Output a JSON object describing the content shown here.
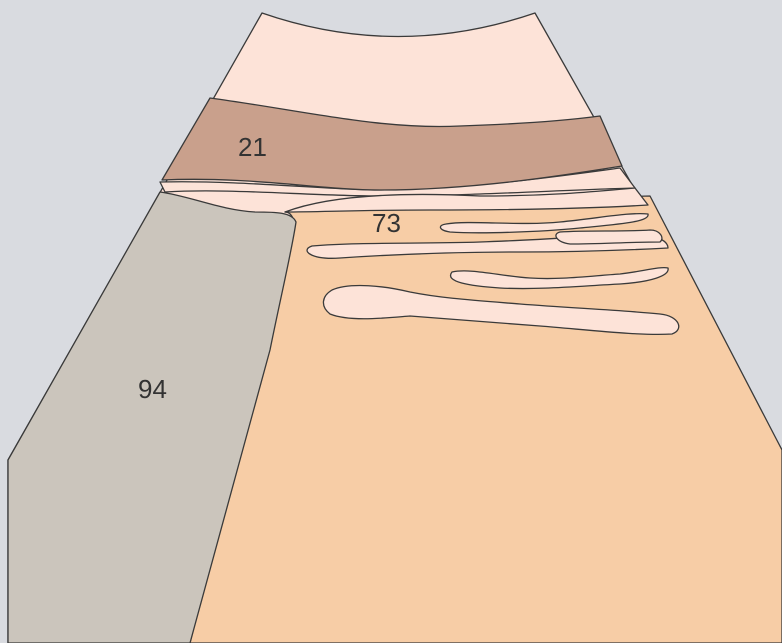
{
  "diagram": {
    "type": "ultrasound-schematic",
    "labels": {
      "upper_layer": "21",
      "tissue_region": "73",
      "left_region": "94"
    },
    "colors": {
      "background": "#d9dbe0",
      "border": "#3a3a3a",
      "near_field": "#fde3d8",
      "upper_layer": "#c9a08c",
      "tissue": "#f7cda6",
      "left_region": "#cbc5bc",
      "lumens": "#fde3d8"
    }
  }
}
